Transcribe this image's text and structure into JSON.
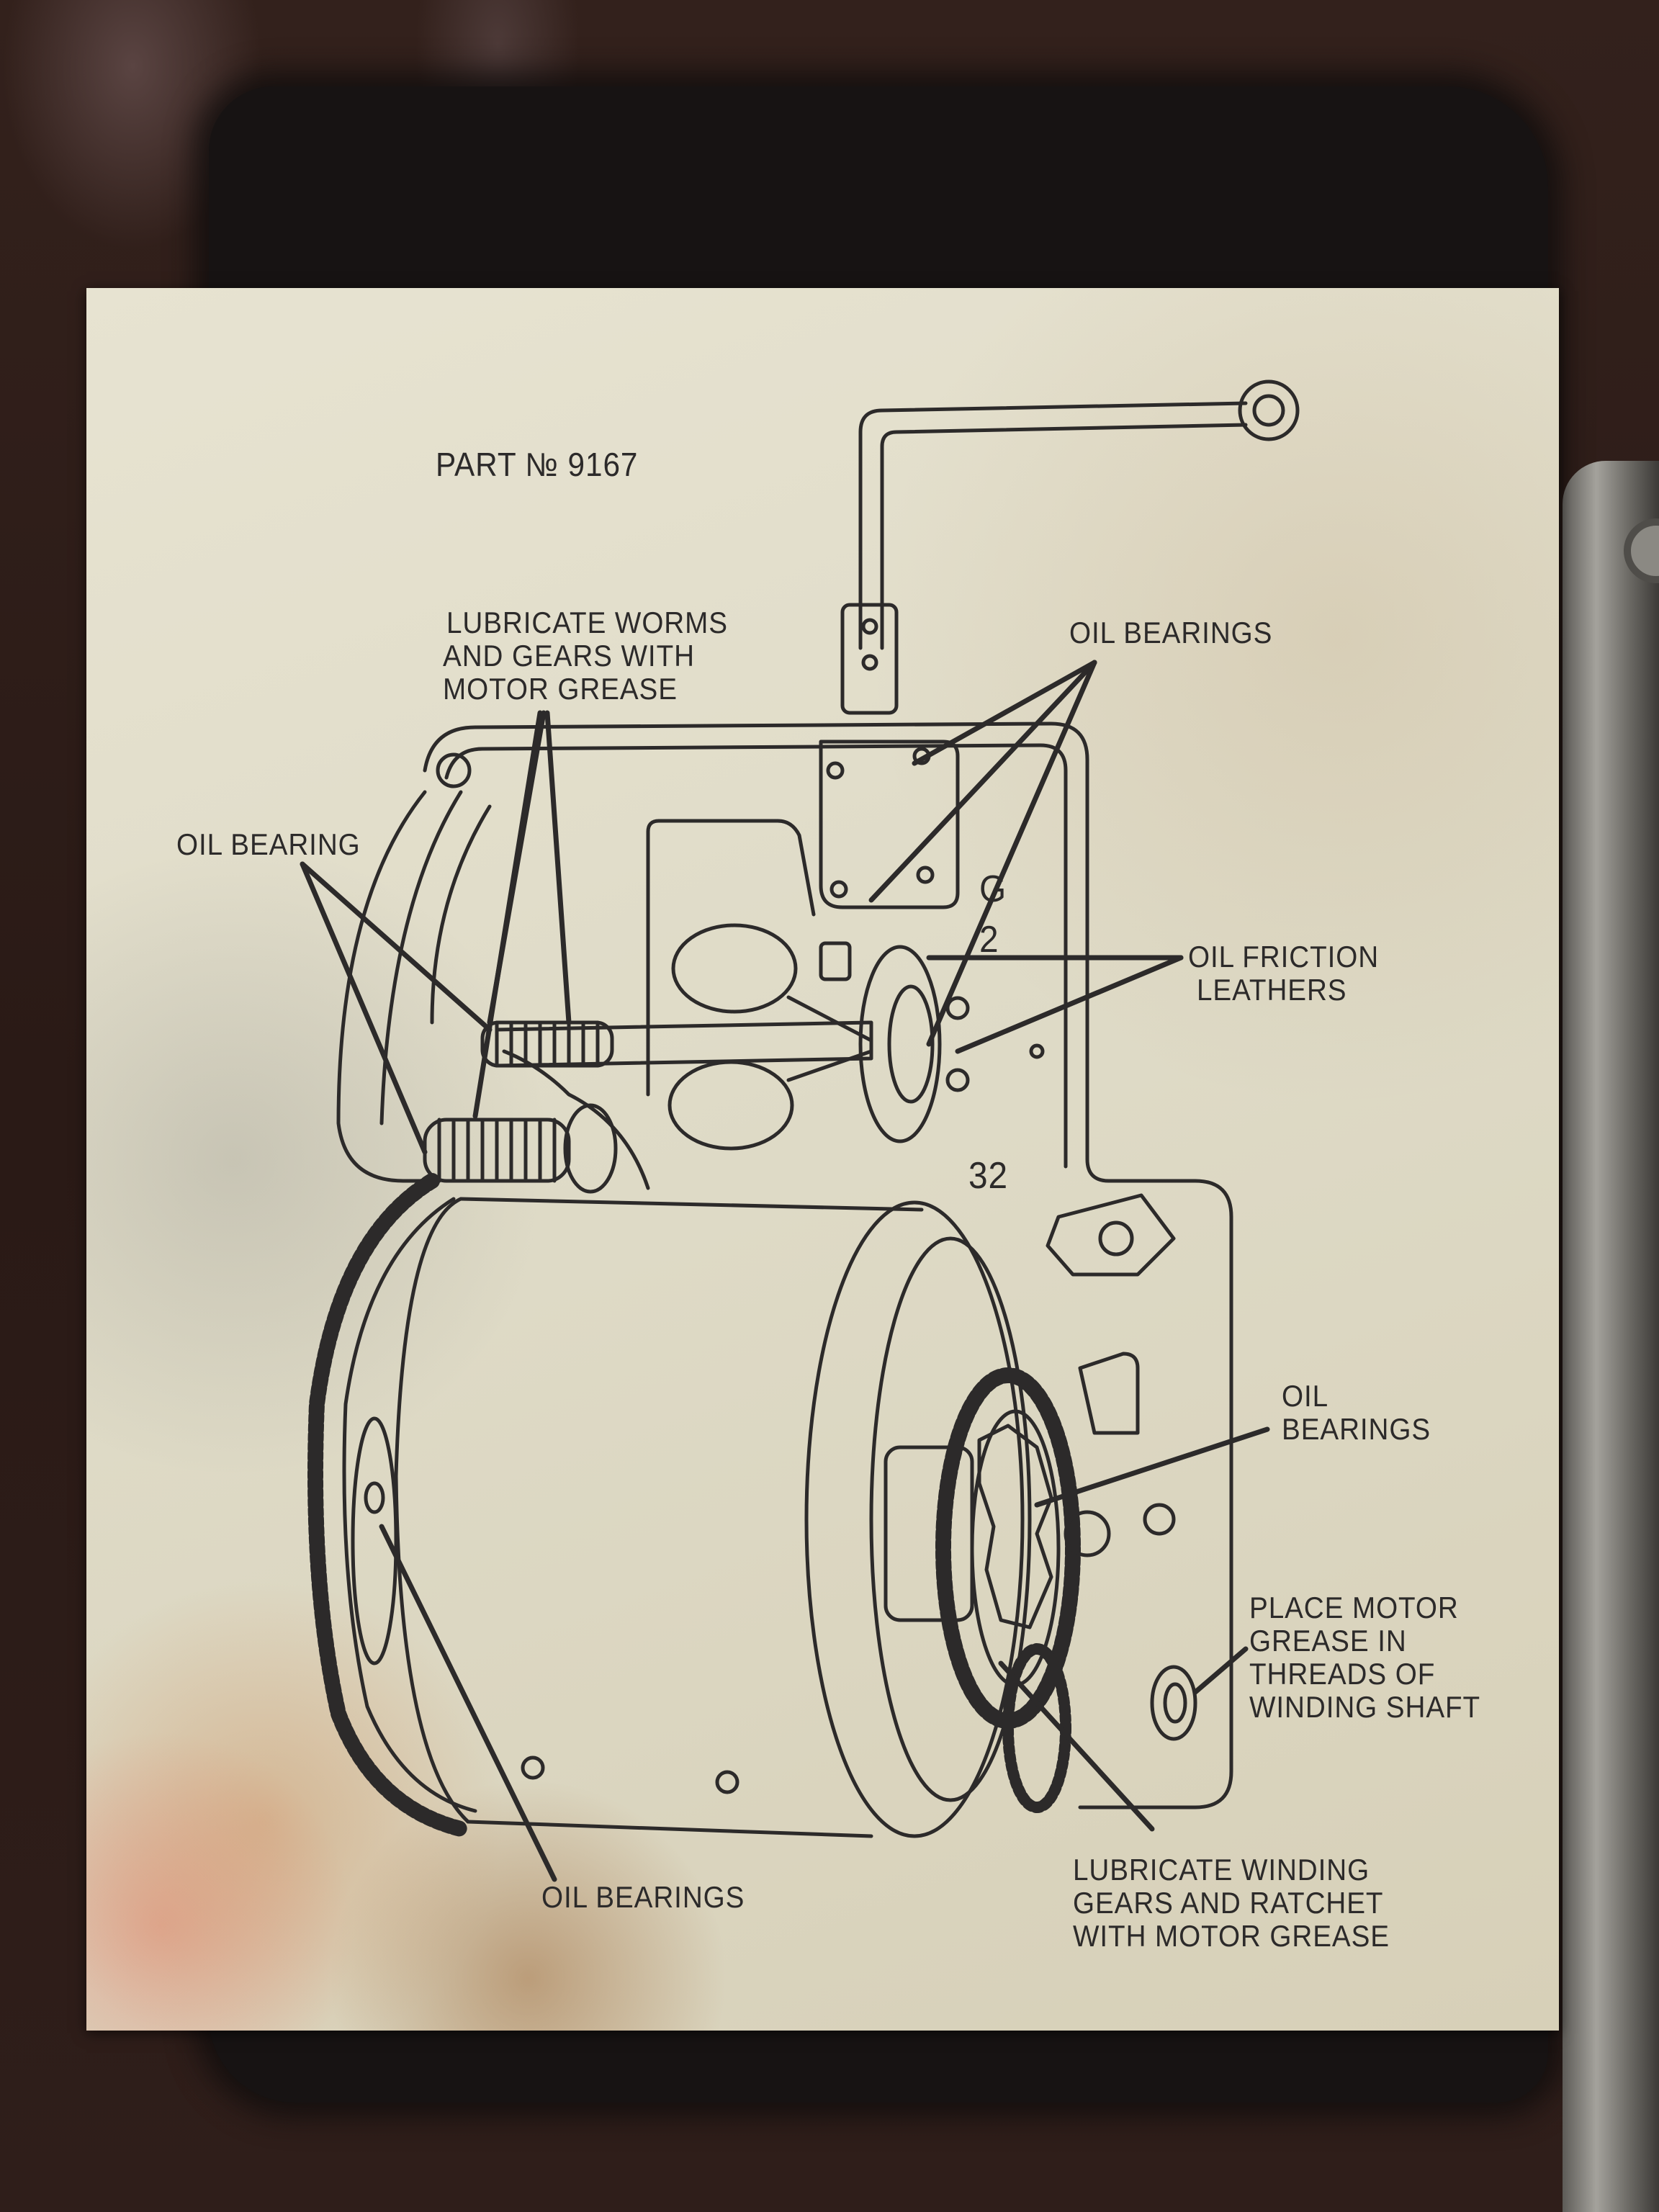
{
  "part_number": "PART № 9167",
  "labels": {
    "worms_line1": "LUBRICATE WORMS",
    "worms_line2": "AND GEARS WITH",
    "worms_line3": "MOTOR GREASE",
    "oil_bearing_left": "OIL BEARING",
    "oil_bearings_top": "OIL BEARINGS",
    "friction_line1": "OIL FRICTION",
    "friction_line2": "LEATHERS",
    "oil_bearings_right_line1": "OIL",
    "oil_bearings_right_line2": "BEARINGS",
    "place_line1": "PLACE MOTOR",
    "place_line2": "GREASE IN",
    "place_line3": "THREADS OF",
    "place_line4": "WINDING SHAFT",
    "winding_line1": "LUBRICATE WINDING",
    "winding_line2": "GEARS AND RATCHET",
    "winding_line3": "WITH MOTOR GREASE",
    "oil_bearings_bottom": "OIL BEARINGS"
  },
  "frame_marks": {
    "g": "G",
    "two": "2",
    "thirty_two": "32"
  },
  "colors": {
    "ink": "#2c2a2a",
    "paper": "#e3dfcc",
    "tape": "#171313",
    "wood": "#2b1c17"
  }
}
